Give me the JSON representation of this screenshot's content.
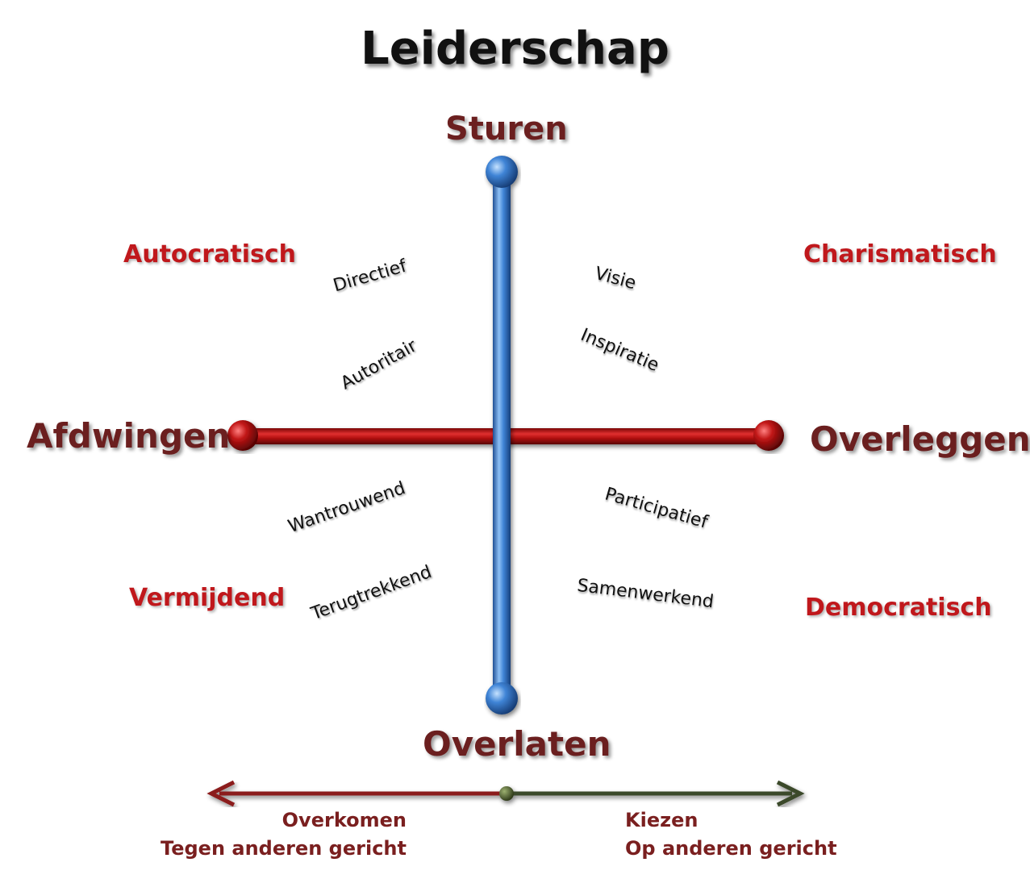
{
  "title": "Leiderschap",
  "axes": {
    "top": "Sturen",
    "bottom": "Overlaten",
    "left": "Afdwingen",
    "right": "Overleggen"
  },
  "quadrants": {
    "top_left": "Autocratisch",
    "top_right": "Charismatisch",
    "bottom_left": "Vermijdend",
    "bottom_right": "Democratisch"
  },
  "traits": {
    "directief": "Directief",
    "autoritair": "Autoritair",
    "visie": "Visie",
    "inspiratie": "Inspiratie",
    "wantrouwend": "Wantrouwend",
    "terugtrekkend": "Terugtrekkend",
    "participatief": "Participatief",
    "samenwerkend": "Samenwerkend"
  },
  "bottom_scale": {
    "left_line1": "Overkomen",
    "left_line2": "Tegen anderen gericht",
    "right_line1": "Kiezen",
    "right_line2": "Op anderen gericht"
  },
  "colors": {
    "horizontal_axis": "#b01010",
    "vertical_axis": "#3a7fd0",
    "left_arrow": "#8b1a1a",
    "right_arrow": "#3a4a2a",
    "pole_text": "#6b1f1f",
    "quadrant_text": "#c0181c",
    "bottom_left_text": "#7a1f1f",
    "bottom_right_text": "#7a1f1f"
  }
}
